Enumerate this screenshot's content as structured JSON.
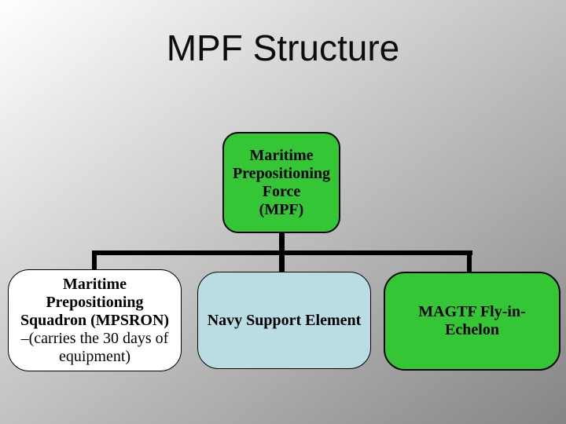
{
  "slide": {
    "title": "MPF Structure",
    "background": {
      "gradient_from": "#ffffff",
      "gradient_to": "#858585"
    }
  },
  "colors": {
    "node_green": "#34c634",
    "node_blue": "#b9dde2",
    "node_white": "#ffffff",
    "connector_black": "#000000",
    "text_black": "#000000"
  },
  "org_chart": {
    "type": "org-chart",
    "root": {
      "name": "Maritime Prepositioning Force (MPF)",
      "fill": "#34c634",
      "lines": [
        "Maritime",
        "Prepositioning",
        "Force",
        "(MPF)"
      ]
    },
    "children": [
      {
        "name": "Maritime Prepositioning Squadron (MPSRON)",
        "fill": "#ffffff",
        "bold_lines": [
          "Maritime",
          "Prepositioning",
          "Squadron (MPSRON)"
        ],
        "regular_lines": [
          "–(carries the 30 days of",
          "equipment)"
        ]
      },
      {
        "name": "Navy Support Element",
        "fill": "#b9dde2",
        "lines": [
          "Navy Support Element"
        ]
      },
      {
        "name": "MAGTF Fly-in-Echelon",
        "fill": "#34c634",
        "lines": [
          "MAGTF Fly-in-",
          "Echelon"
        ]
      }
    ]
  }
}
